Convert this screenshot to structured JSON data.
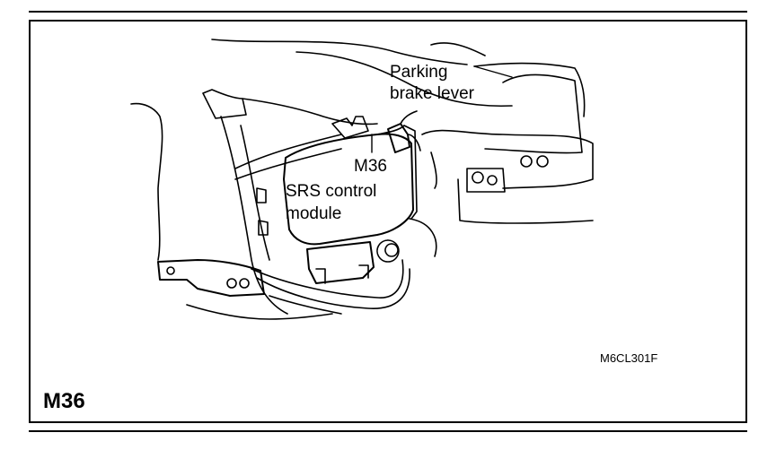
{
  "labels": {
    "parking_brake": [
      "Parking",
      "brake lever"
    ],
    "connector_pointer": "M36",
    "srs_module": [
      "SRS control",
      "module"
    ]
  },
  "figure_code": "M6CL301F",
  "connector_id": "M36"
}
